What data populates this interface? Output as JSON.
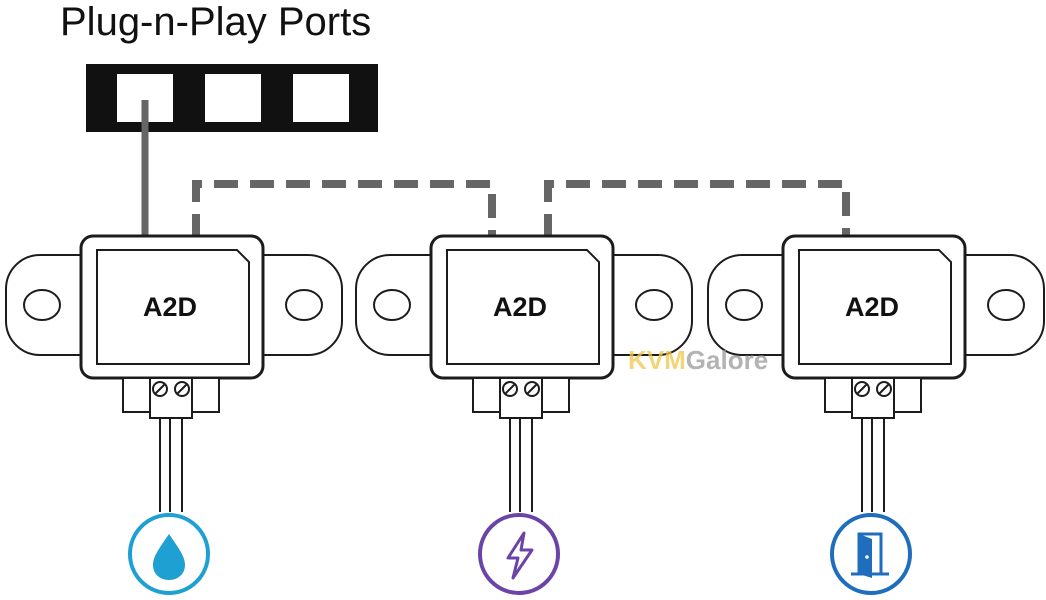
{
  "title": "Plug-n-Play Ports",
  "ports": {
    "count": 3
  },
  "modules": [
    {
      "label": "A2D",
      "sensor": "water-drop-icon",
      "color": "#1ea0d2"
    },
    {
      "label": "A2D",
      "sensor": "lightning-bolt-icon",
      "color": "#6b44a8"
    },
    {
      "label": "A2D",
      "sensor": "door-icon",
      "color": "#1f6dbd"
    }
  ],
  "watermark": {
    "prefix": "KVM",
    "suffix": "Galore",
    "prefix_color": "#f0c84a",
    "suffix_color": "#9a9a9a"
  },
  "colors": {
    "wire": "#666666",
    "outline": "#1c1c1c"
  }
}
